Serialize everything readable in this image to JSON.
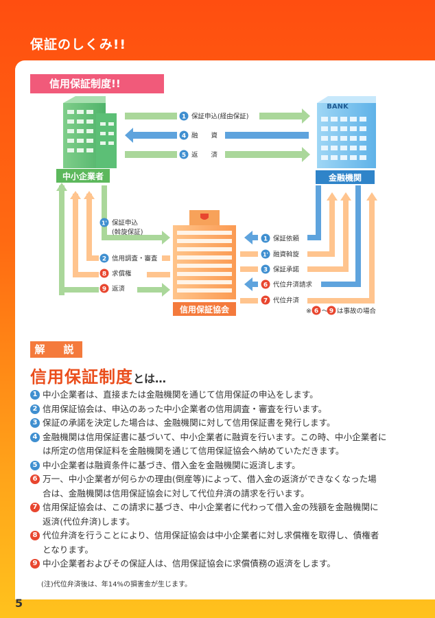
{
  "header": {
    "title": "保証のしくみ!!"
  },
  "section_label": "信用保証制度!!",
  "diagram": {
    "sme_label": "中小企業者",
    "bank_label": "金融機関",
    "bank_sign": "BANK",
    "assoc_label": "信用保証協会",
    "top_flows": [
      {
        "num": "1",
        "text": "保証申込(経由保証)",
        "color": "#3f8fd0"
      },
      {
        "num": "4",
        "text": "融　　資",
        "color": "#3f8fd0"
      },
      {
        "num": "5",
        "text": "返　　済",
        "color": "#3f8fd0"
      }
    ],
    "left_flows": [
      {
        "num": "1'",
        "text": "保証申込",
        "text2": "(斡旋保証)",
        "color": "#3f8fd0"
      },
      {
        "num": "2",
        "text": "信用調査・審査",
        "color": "#3f8fd0"
      },
      {
        "num": "8",
        "text": "求償権",
        "color": "#e8462f"
      },
      {
        "num": "9",
        "text": "返済",
        "color": "#e8462f"
      }
    ],
    "right_flows": [
      {
        "num": "1",
        "text": "保証依頼",
        "color": "#3f8fd0"
      },
      {
        "num": "1'",
        "text": "融資斡旋",
        "color": "#3f8fd0"
      },
      {
        "num": "3",
        "text": "保証承諾",
        "color": "#3f8fd0"
      },
      {
        "num": "6",
        "text": "代位弁済請求",
        "color": "#e8462f"
      },
      {
        "num": "7",
        "text": "代位弁済",
        "color": "#e8462f"
      }
    ],
    "accident_note": {
      "prefix": "※",
      "from": "6",
      "mid": "～",
      "to": "9",
      "suffix": "は事故の場合"
    }
  },
  "explanation": {
    "badge": "解　説",
    "title_big": "信用保証制度",
    "title_small": "とは…",
    "items": [
      {
        "num": "1",
        "color": "#3f8fd0",
        "lines": [
          "中小企業者は、直接または金融機関を通じて信用保証の申込をします。"
        ]
      },
      {
        "num": "2",
        "color": "#3f8fd0",
        "lines": [
          "信用保証協会は、申込のあった中小企業者の信用調査・審査を行います。"
        ]
      },
      {
        "num": "3",
        "color": "#3f8fd0",
        "lines": [
          "保証の承諾を決定した場合は、金融機関に対して信用保証書を発行します。"
        ]
      },
      {
        "num": "4",
        "color": "#3f8fd0",
        "lines": [
          "金融機関は信用保証書に基づいて、中小企業者に融資を行います。この時、中小企業者に",
          "は所定の信用保証料を金融機関を通じて信用保証協会へ納めていただきます。"
        ]
      },
      {
        "num": "5",
        "color": "#3f8fd0",
        "lines": [
          "中小企業者は融資条件に基づき、借入金を金融機関に返済します。"
        ]
      },
      {
        "num": "6",
        "color": "#e8462f",
        "lines": [
          "万一、中小企業者が何らかの理由(倒産等)によって、借入金の返済ができなくなった場",
          "合は、金融機関は信用保証協会に対して代位弁済の請求を行います。"
        ]
      },
      {
        "num": "7",
        "color": "#e8462f",
        "lines": [
          "信用保証協会は、この請求に基づき、中小企業者に代わって借入金の残額を金融機関に",
          "返済(代位弁済)します。"
        ]
      },
      {
        "num": "8",
        "color": "#e8462f",
        "lines": [
          "代位弁済を行うことにより、信用保証協会は中小企業者に対し求償権を取得し、債権者",
          "となります。"
        ]
      },
      {
        "num": "9",
        "color": "#e8462f",
        "lines": [
          "中小企業者およびその保証人は、信用保証協会に求償債務の返済をします。"
        ]
      }
    ],
    "note": "(注)代位弁済後は、年14%の損害金が生じます。"
  },
  "page_number": "5"
}
